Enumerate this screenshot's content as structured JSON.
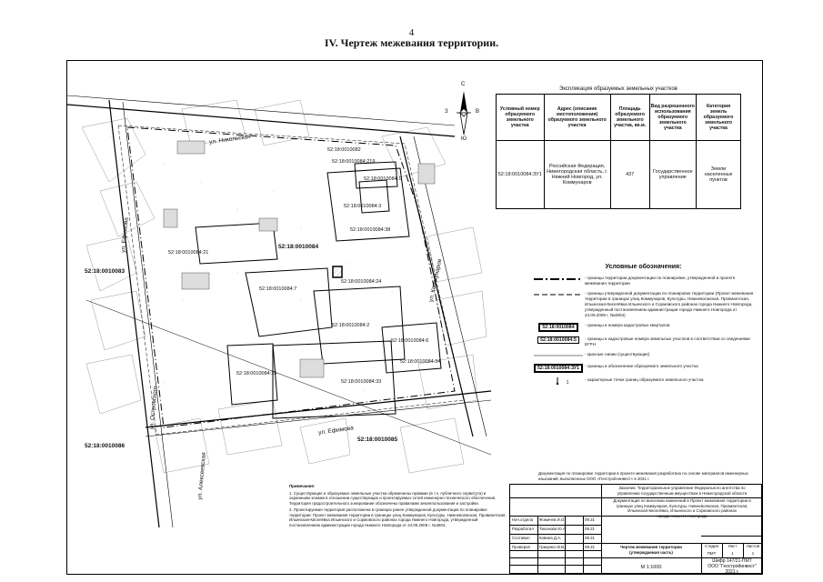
{
  "header": {
    "page_number": "4",
    "title": "IV.  Чертеж межевания территории."
  },
  "compass": {
    "north": "С",
    "south": "Ю",
    "west": "З",
    "east": "В"
  },
  "map_labels": {
    "street_nikolskaya": "ул. Никольская",
    "street_kommunarov": "ул. Коммунаров",
    "street_efimova": "ул. Ефимова",
    "street_efimova_2": "ул. Ефимова",
    "street_ostrovskogo": "ул. Островского",
    "street_alekseevskaya": "ул. Алексеевская",
    "quarter_main": "52:18:0010084",
    "quarter_west": "52:18:0010083",
    "quarter_sw": "52:18:0010086",
    "quarter_south": "52:18:0010085",
    "quarter_north": "52:18:0010082",
    "parcel_1": "52:18:0010084:3",
    "parcel_2": "52:18:0010084:21",
    "parcel_3": "52:18:0010084:2",
    "parcel_4": "52:18:0010084:24",
    "parcel_5": "52:18:0010084:7",
    "parcel_6": "52:18:0010084:6",
    "parcel_7": "52:18:0010084:25",
    "parcel_8": "52:18:0010084:33",
    "parcel_9": "52:18:0010084:1",
    "parcel_10": "52:18:0010084:219",
    "parcel_11": "52:18:0010084:38",
    "parcel_12": "52:18:0010084:34"
  },
  "zu_table": {
    "caption": "Экспликация образуемых земельных участков",
    "headers": [
      "Условный номер образуемого земельного участка",
      "Адрес (описание местоположения) образуемого земельного участка",
      "Площадь образуемого земельного участка, кв.м.",
      "Вид разрешенного использования образуемого земельного участка",
      "Категория земель образуемого земельного участка"
    ],
    "rows": [
      [
        "52:18:0010084:ЗУ1",
        "Российская Федерация, Нижегородская область, г. Нижний Новгород, ул. Коммунаров",
        "437",
        "Государственное управление",
        "Земли населенных пунктов"
      ]
    ]
  },
  "legend": {
    "title": "Условные обозначения:",
    "items": [
      {
        "symbol": "line-dash-red",
        "text": "- границы территории документации по планировке, утвержденной в проекте межевания территории"
      },
      {
        "symbol": "line-dash-blue",
        "text": "- границы утвержденной документации по планировке территории (Проект межевания территории в границах улиц Коммунаров, Культуры, Нижневолжская, Провиантская, Ильинская-Киселёвка Ильинского и Сормовского районах города Нижнего Новгорода, утвержденный постановлением администрации города Нижнего Новгорода от 24.09.2009 г. №4804)"
      },
      {
        "symbol": "52:18:0010084",
        "text": "- границы и номера кадастровых кварталов"
      },
      {
        "symbol": "52:18:0010084:5",
        "text": "- границы и кадастровые номера земельных участков в соответствии со сведениями ЕГРН"
      },
      {
        "symbol": "red-line",
        "text": "- красные линии (существующие)"
      },
      {
        "symbol": "52:18:0010084:ЗУ1",
        "text": "- границы и обозначение образуемого земельного участка"
      },
      {
        "symbol": "point-marker",
        "text": "- характерные точки границ образуемого земельного участка"
      }
    ],
    "symbol_label_1": "52:18:0010084",
    "symbol_label_2": "52:18:0010084:5",
    "symbol_label_3": "52:18:0010084:ЗУ1",
    "point_number": "1"
  },
  "legend_footnote": "Документация по планировке территории в проекте межевания разработана по основе материалов инженерных изысканий, выполненных ООО «Геострой»инвест» в 2021 г.",
  "notes": {
    "head": "Примечание:",
    "items": [
      "1. Существующие и образуемые земельные участки обременены правами (в т.ч. публичного сервитута) и охранными зонами в отношении существующих и проектируемых сетей инженерно-технического обеспечения. Территория градостроительного зонирования обозначены правилами землепользования и застройки.",
      "2. Проектируемая территория расположена в границах ранее утвержденной документации по планировке территории: Проект межевания территории в границах улиц Коммунаров, Культуры, Нижневолжская, Провиантская, Ильинская-Киселёвка Ильинского и Сормовского районах города Нижнего Новгорода, утвержденный постановлением администрации города Нижнего Новгорода от 24.09.2009 г. №4804."
    ]
  },
  "title_block": {
    "org_1": "Заказчик: Территориальное управление Федерального агентства по",
    "org_2": "управлению государственным имуществом в Нижегородской области",
    "desc_1": "Документация по внесению изменений в Проект межевания территории в",
    "desc_2": "границах улиц Коммунаров, Культуры, Нижневолжская, Провиантская,",
    "desc_3": "Ильинская-Киселёвка, Ильинского и Сормовского районах",
    "desc_4": "города Нижнего Новгорода",
    "sheet_title_1": "Чертеж межевания территории",
    "sheet_title_2": "(утверждаемая часть)",
    "scale": "М 1:1000",
    "stage_label": "Стадия",
    "sheet_label": "Лист",
    "sheets_label": "Листов",
    "stage": "ПМТ",
    "sheet": "1",
    "sheets": "1",
    "code": "Шифр 147/21-ПМТ",
    "company": "ООО \"Геостройинвест\"",
    "year": "2021 г.",
    "roles": [
      {
        "role": "Нач.отдела",
        "name": "Фомичев И.О.",
        "date": "09.21"
      },
      {
        "role": "Разработал",
        "name": "Тихонова Ю.А.",
        "date": "09.21"
      },
      {
        "role": "Составил",
        "name": "Ковина Д.А.",
        "date": "09.21"
      },
      {
        "role": "Проверил",
        "name": "Гриценко В.В.",
        "date": "09.21"
      }
    ]
  }
}
